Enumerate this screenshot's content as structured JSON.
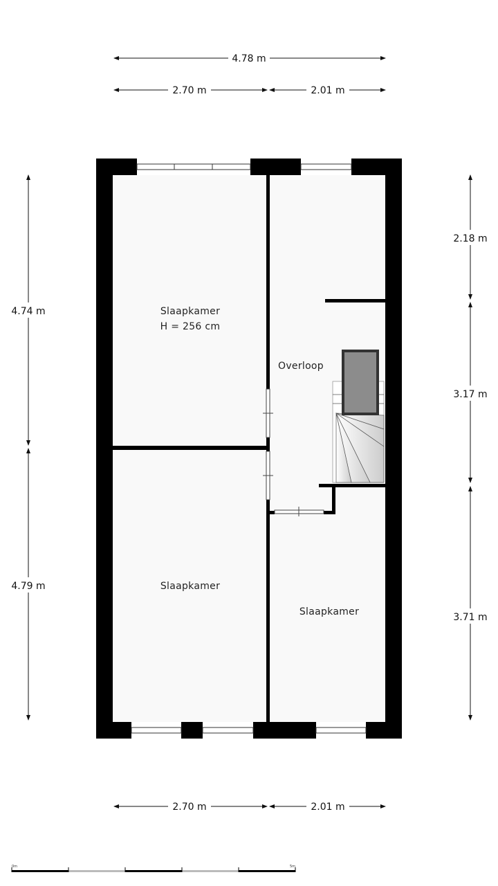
{
  "dimensions": {
    "top_total": "4.78 m",
    "top_left": "2.70 m",
    "top_right": "2.01 m",
    "bottom_left": "2.70 m",
    "bottom_right": "2.01 m",
    "left_upper": "4.74 m",
    "left_lower": "4.79 m",
    "right_upper": "2.18 m",
    "right_middle": "3.17 m",
    "right_lower": "3.71 m"
  },
  "rooms": {
    "bedroom_top_left": {
      "name": "Slaapkamer",
      "height": "H = 256 cm"
    },
    "landing": {
      "name": "Overloop"
    },
    "bedroom_bottom_left": {
      "name": "Slaapkamer"
    },
    "bedroom_bottom_right": {
      "name": "Slaapkamer"
    }
  },
  "scale_bar": {
    "start": "0m",
    "end": "5m"
  },
  "colors": {
    "wall": "#000000",
    "floor": "#fafafa",
    "stair_void": "#8c8c8c"
  }
}
